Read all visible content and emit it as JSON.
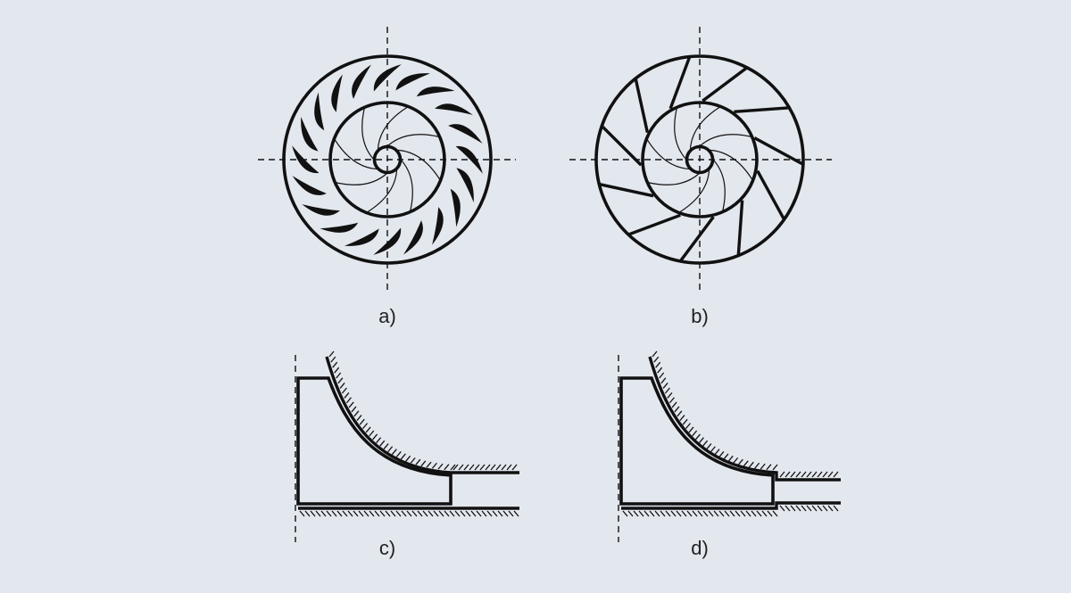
{
  "labels": {
    "a": "a)",
    "b": "b)",
    "c": "c)",
    "d": "d)"
  },
  "diffuser_a": {
    "outer_vane_count": 20,
    "outer_vane_shape": "curved airfoil",
    "impeller_blade_count": 8
  },
  "diffuser_b": {
    "outer_vane_count": 11,
    "outer_vane_shape": "straight plate",
    "impeller_blade_count": 8
  },
  "colors": {
    "background": "#e3e7ee",
    "ink": "#111111"
  }
}
